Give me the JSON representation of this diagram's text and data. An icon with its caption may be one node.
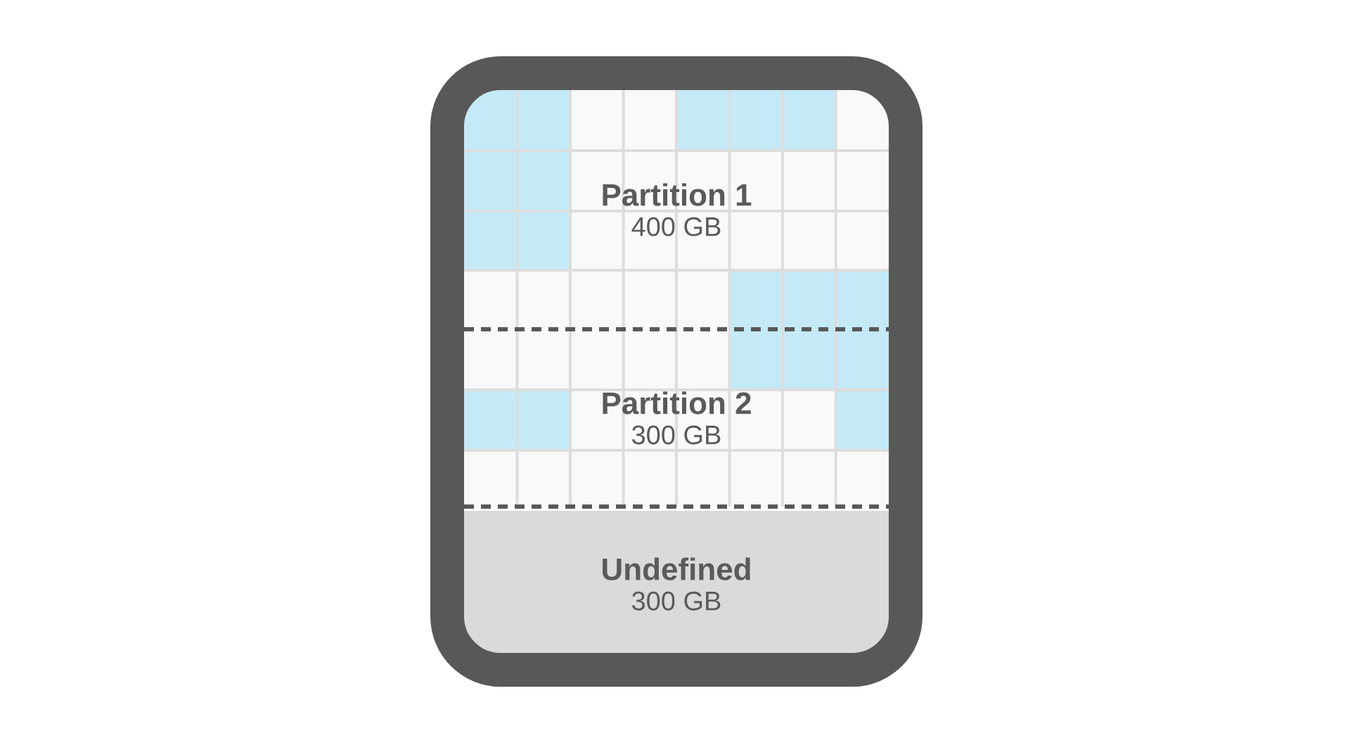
{
  "diagram": {
    "nodes": [
      {
        "text": [
          "Partition 1",
          "400 GB"
        ]
      },
      {
        "text": [
          "Partition 2",
          "300 GB"
        ]
      },
      {
        "text": [
          "Undefined",
          "300 GB"
        ]
      }
    ]
  }
}
